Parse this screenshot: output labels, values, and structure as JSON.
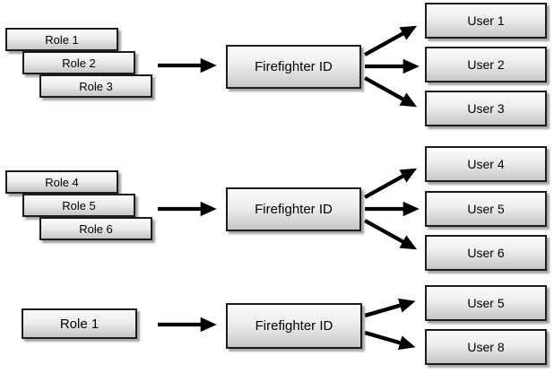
{
  "diagram": {
    "background_color": "#ffffff",
    "box_style": {
      "fill_top": "#fbfbfb",
      "fill_bottom": "#c6c6c6",
      "border_color": "#1c1c1c",
      "shadow_color": "#a3a3a3",
      "text_color": "#000000",
      "arrow_color": "#000000"
    },
    "rows": [
      {
        "roles": [
          "Role 1",
          "Role 2",
          "Role 3"
        ],
        "center_label": "Firefighter ID",
        "users": [
          "User 1",
          "User 2",
          "User 3"
        ]
      },
      {
        "roles": [
          "Role 4",
          "Role 5",
          "Role 6"
        ],
        "center_label": "Firefighter ID",
        "users": [
          "User 4",
          "User 5",
          "User 6"
        ]
      },
      {
        "roles": [
          "Role 1"
        ],
        "center_label": "Firefighter ID",
        "users": [
          "User 5",
          "User 8"
        ]
      }
    ]
  }
}
